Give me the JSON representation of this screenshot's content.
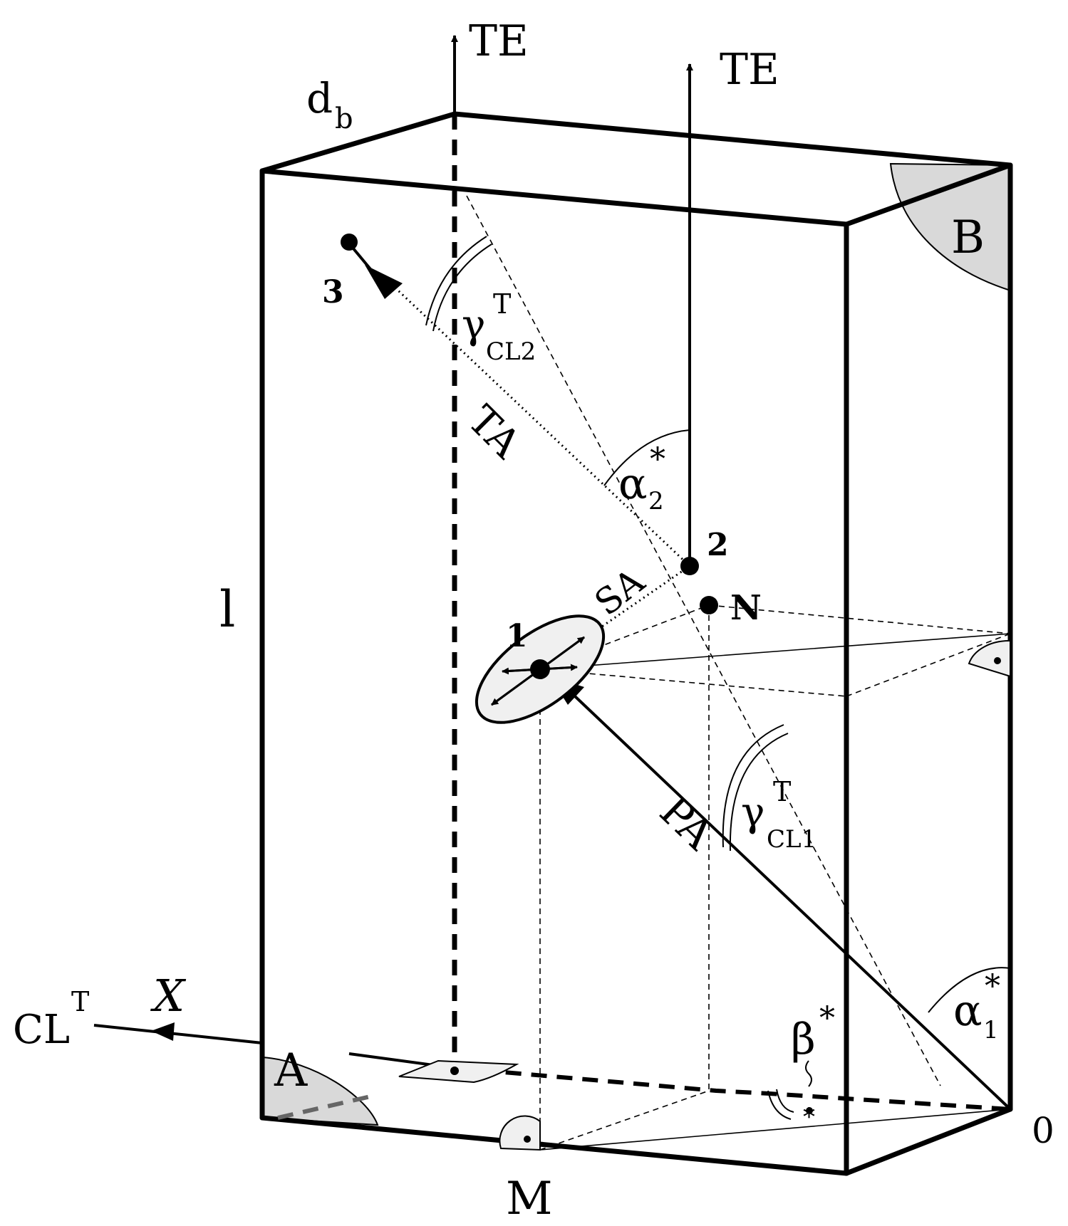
{
  "colors": {
    "ink": "#000000",
    "shade": "#d9d9d9",
    "light": "#f0f0f0"
  },
  "labels": {
    "te_left": "TE",
    "te_right": "TE",
    "db": "d",
    "db_sub": "b",
    "corner_b": "B",
    "corner_a": "A",
    "point3": "3",
    "point2": "2",
    "point1": "1",
    "n": "N",
    "ta": "TA",
    "sa": "SA",
    "pa": "PA",
    "length": "l",
    "gamma": "γ",
    "sup_t": "T",
    "cl2": "CL2",
    "cl1": "CL1",
    "alpha": "α",
    "star": "*",
    "sub2": "2",
    "sub1": "1",
    "beta": "β",
    "cl": "CL",
    "x": "X",
    "m": "M",
    "zero": "0"
  }
}
